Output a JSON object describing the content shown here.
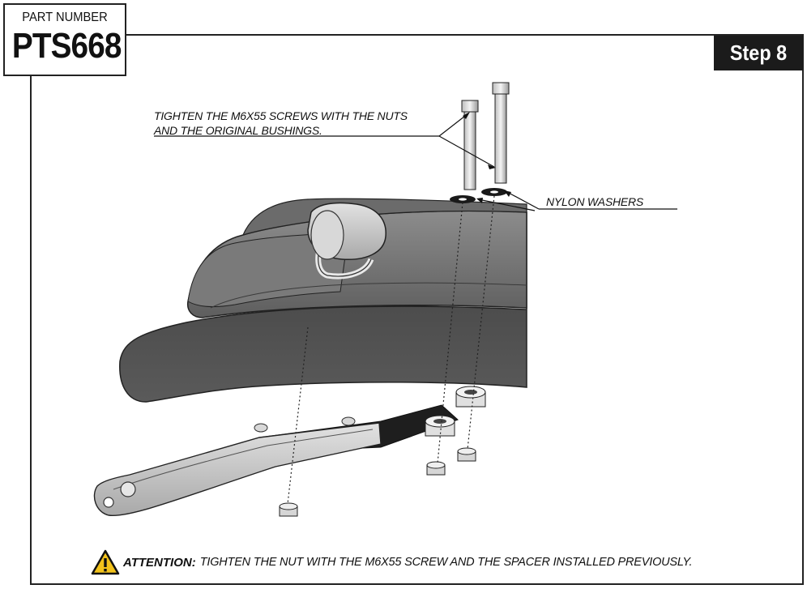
{
  "header": {
    "part_label": "PART NUMBER",
    "part_number": "PTS668",
    "step": "Step 8"
  },
  "callouts": {
    "screws_line1": "TIGHTEN THE M6X55 SCREWS WITH THE NUTS",
    "screws_line2": "AND THE ORIGINAL BUSHINGS.",
    "washers": "NYLON WASHERS"
  },
  "footer": {
    "attention_label": "ATTENTION",
    "attention_colon": ":",
    "attention_text": "TIGHTEN THE NUT WITH THE M6X55 SCREW AND THE SPACER INSTALLED PREVIOUSLY."
  },
  "icons": {
    "warning": "warning-triangle-icon"
  },
  "colors": {
    "badge_bg": "#1b1b1b",
    "part_dark": "#4a4a4a",
    "part_light": "#c9c9c9",
    "warning_yellow": "#f2c21b"
  }
}
